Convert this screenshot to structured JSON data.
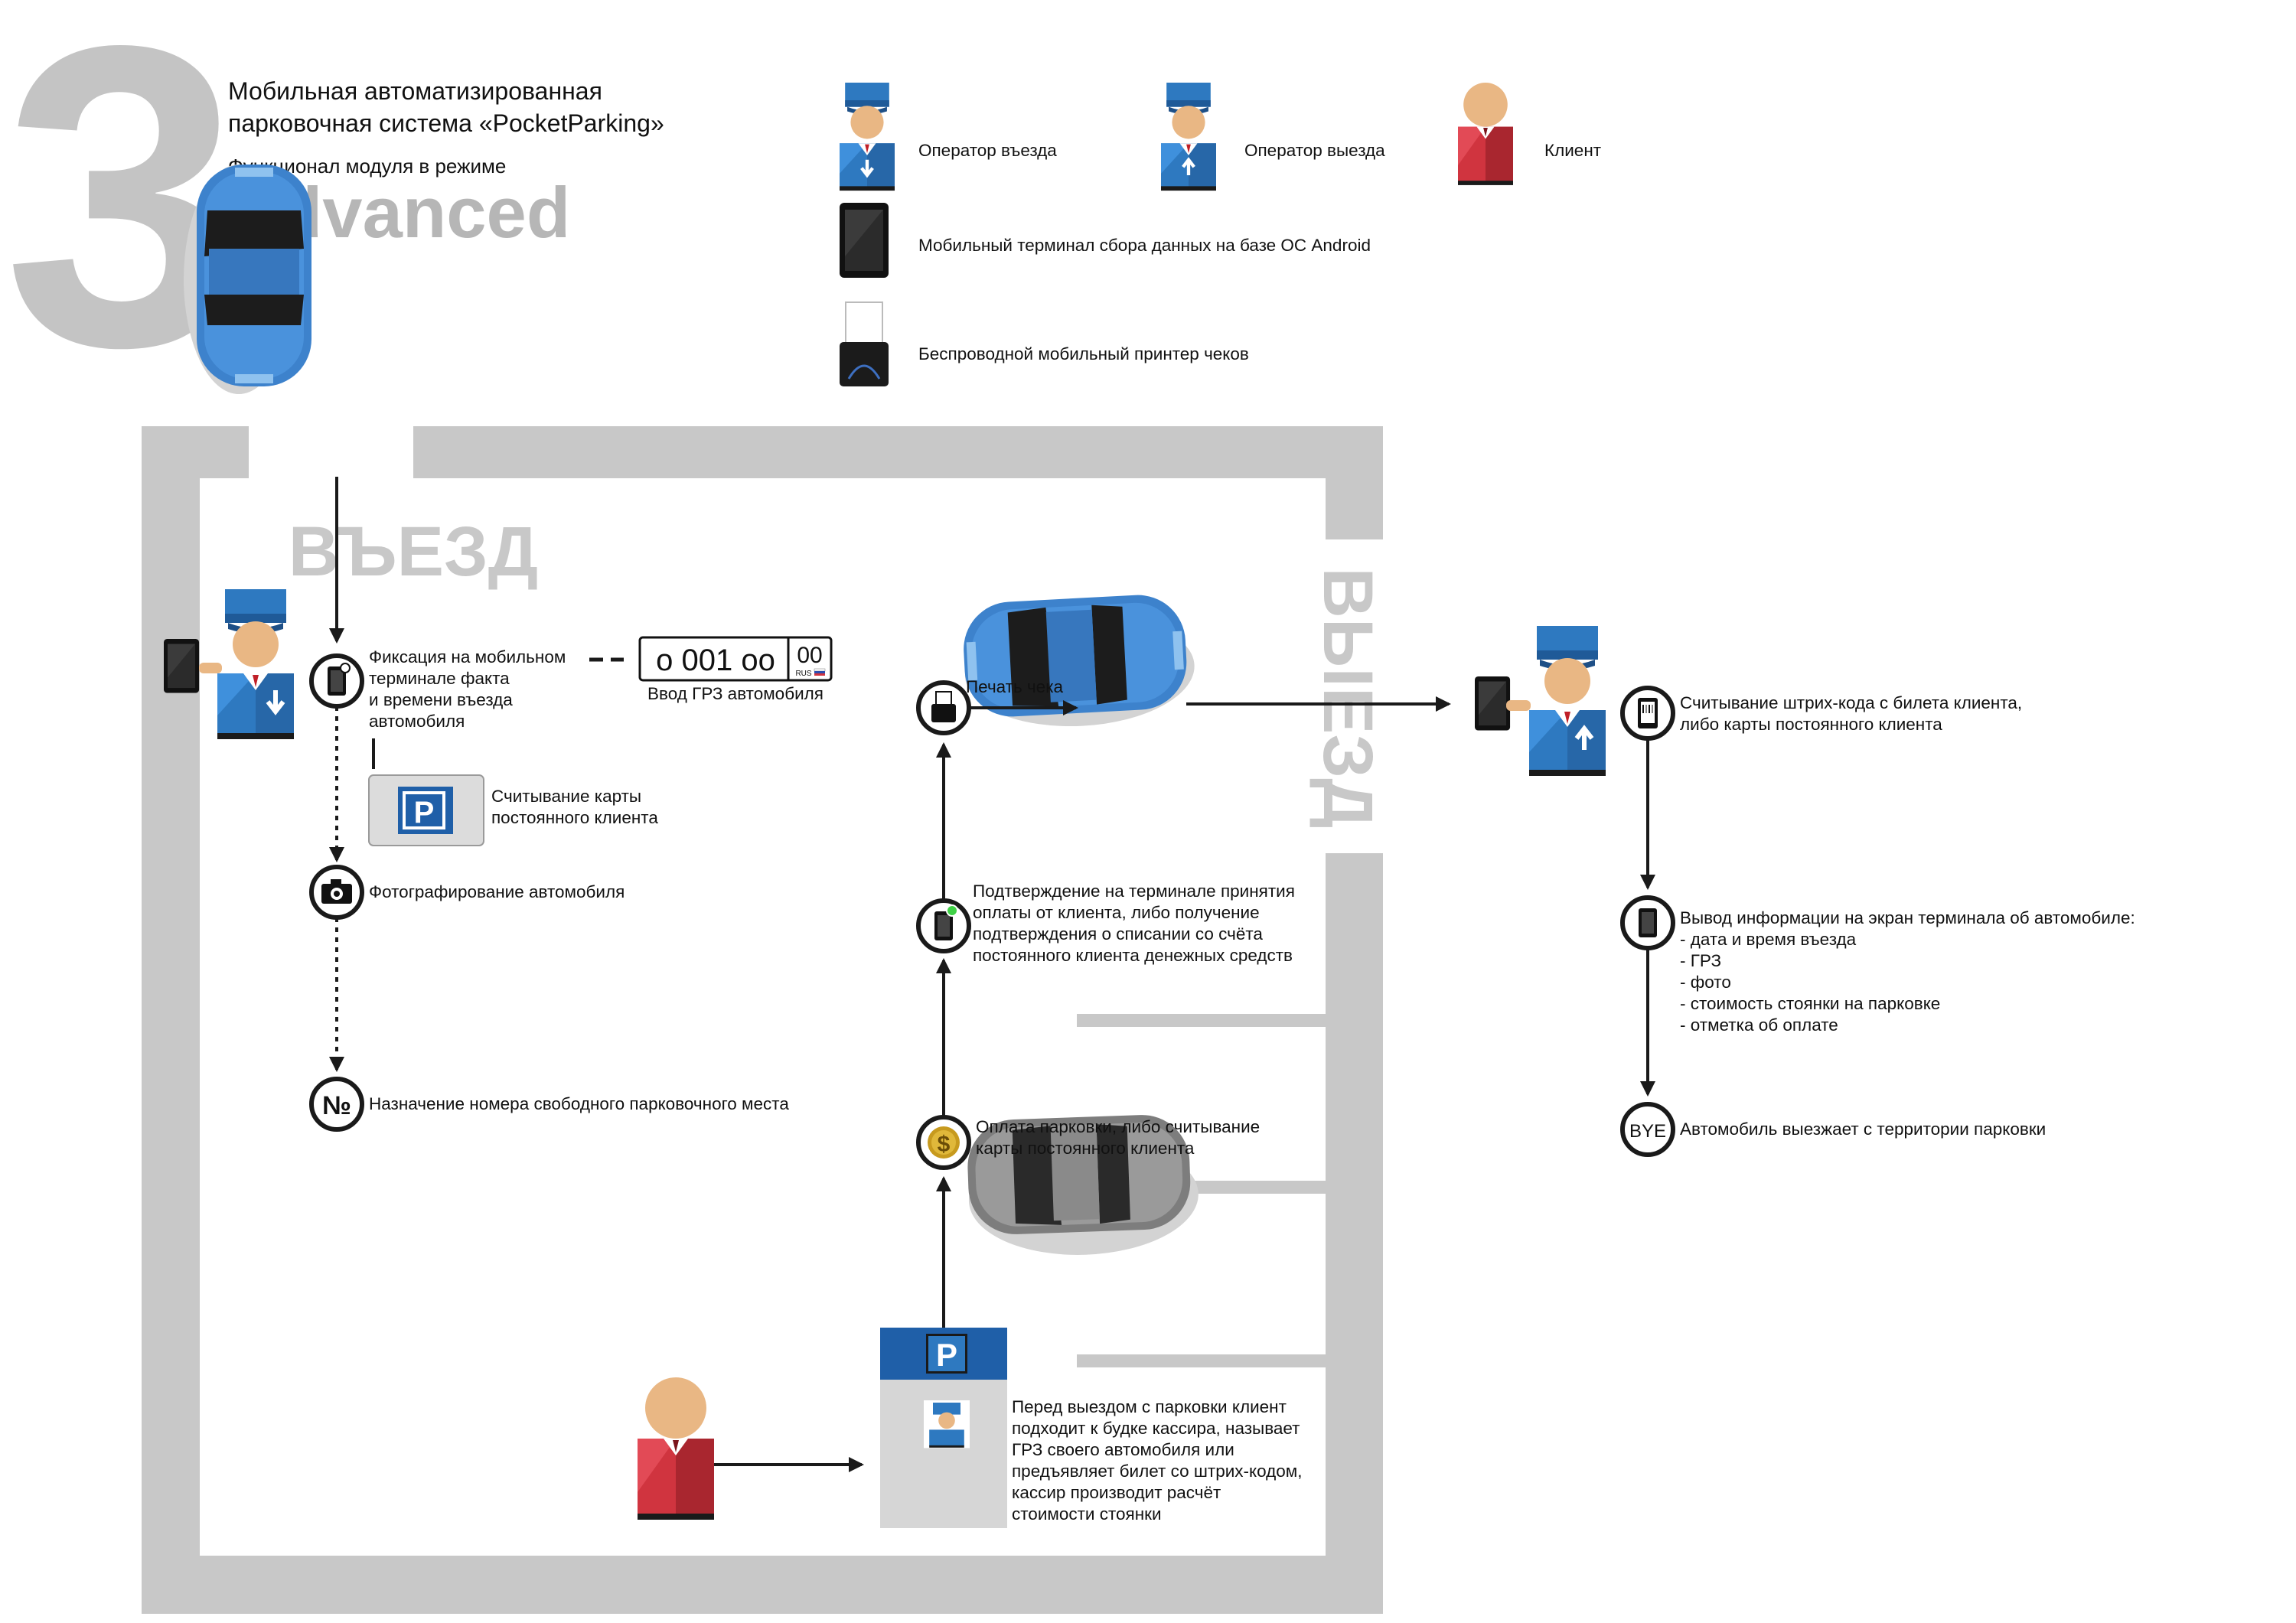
{
  "header": {
    "number": "3",
    "title_line1": "Мобильная автоматизированная",
    "title_line2": "парковочная система «PocketParking»",
    "subtitle": "Функционал модуля в режиме",
    "mode": "Advanced"
  },
  "legend": {
    "entry_operator": "Оператор въезда",
    "exit_operator": "Оператор выезда",
    "client": "Клиент",
    "terminal": "Мобильный терминал сбора данных на базе ОС Android",
    "printer": "Беспроводной мобильный принтер чеков"
  },
  "lot": {
    "entry_label": "ВЪЕЗД",
    "exit_label": "ВЫЕЗД"
  },
  "entry_flow": {
    "step1": [
      "Фиксация на мобильном",
      "терминале факта",
      "и времени въезда",
      "автомобиля"
    ],
    "plate_number": "о 001 оо",
    "plate_region": "00",
    "plate_country": "RUS",
    "plate_caption": "Ввод ГРЗ автомобиля",
    "card_letter": "P",
    "card_text": [
      "Считывание карты",
      "постоянного клиента"
    ],
    "step2": "Фотографирование автомобиля",
    "step3_icon": "№",
    "step3": "Назначение номера свободного парковочного места"
  },
  "payment_flow": {
    "booth_letter": "P",
    "booth_text": [
      "Перед выездом с парковки клиент",
      "подходит к будке кассира, называет",
      "ГРЗ своего автомобиля или",
      "предъявляет билет со штрих-кодом,",
      "кассир производит расчёт",
      "стоимости стоянки"
    ],
    "pay_icon": "$",
    "pay": [
      "Оплата парковки, либо считывание",
      "карты постоянного клиента"
    ],
    "confirm": [
      "Подтверждение на терминале принятия",
      "оплаты от клиента, либо получение",
      "подтверждения о списании со счёта",
      "постоянного клиента денежных средств"
    ],
    "print": "Печать чека"
  },
  "exit_flow": {
    "scan": [
      "Считывание штрих-кода с билета клиента,",
      "либо карты постоянного клиента"
    ],
    "display": [
      "Вывод информации на экран терминала об автомобиле:",
      "- дата и время въезда",
      "- ГРЗ",
      "- фото",
      "- стоимость стоянки на парковке",
      "- отметка об оплате"
    ],
    "bye_icon": "BYE",
    "bye": "Автомобиль выезжает с территории парковки"
  },
  "colors": {
    "wall": "#c8c8c8",
    "big_number": "#c4c4c4",
    "operator_blue": "#2e79c0",
    "client_red": "#d0343f",
    "car_blue": "#3d82cc",
    "car_gray": "#8a8a8a",
    "skin": "#e9b784",
    "arrow": "#1a1a1a"
  },
  "icons": {
    "entry_operator": "operator-entry-icon",
    "exit_operator": "operator-exit-icon",
    "client": "client-icon",
    "terminal": "terminal-icon",
    "printer": "printer-icon",
    "camera": "camera-icon",
    "coin": "coin-icon",
    "bye": "bye-icon"
  }
}
